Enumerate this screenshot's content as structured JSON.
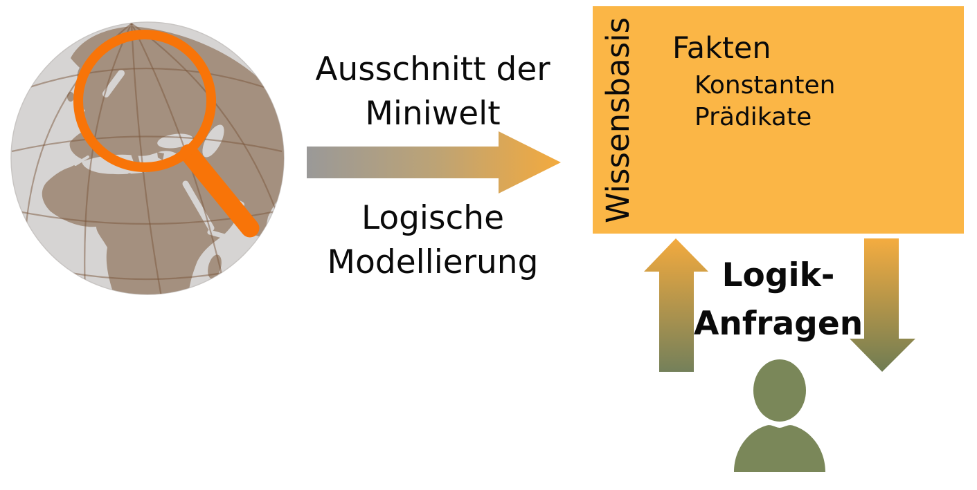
{
  "excerpt_label": {
    "line1": "Ausschnitt der",
    "line2": "Miniwelt"
  },
  "modeling_label": {
    "line1": "Logische",
    "line2": "Modellierung"
  },
  "knowledge_base": {
    "side_label": "Wissensbasis",
    "heading": "Fakten",
    "items": [
      "Konstanten",
      "Prädikate"
    ]
  },
  "query_label": {
    "line1": "Logik-",
    "line2": "Anfragen"
  },
  "icons": {
    "globe": "globe-with-magnifying-glass",
    "flow_arrow": "right-arrow-gray-to-orange",
    "query_up_arrow": "up-arrow-olive-to-orange",
    "result_down_arrow": "down-arrow-orange-to-olive",
    "person": "user-silhouette"
  },
  "colors": {
    "text": "#0a0a0a",
    "box_fill": "#FBB646",
    "magnifier_orange": "#F87408",
    "globe_ocean": "#D6D4D3",
    "globe_land": "#A4907F",
    "arrow_gray": "#9A9998",
    "arrow_orange": "#F3AA3E",
    "arrow_olive": "#74805A",
    "person_olive": "#7A8759"
  }
}
